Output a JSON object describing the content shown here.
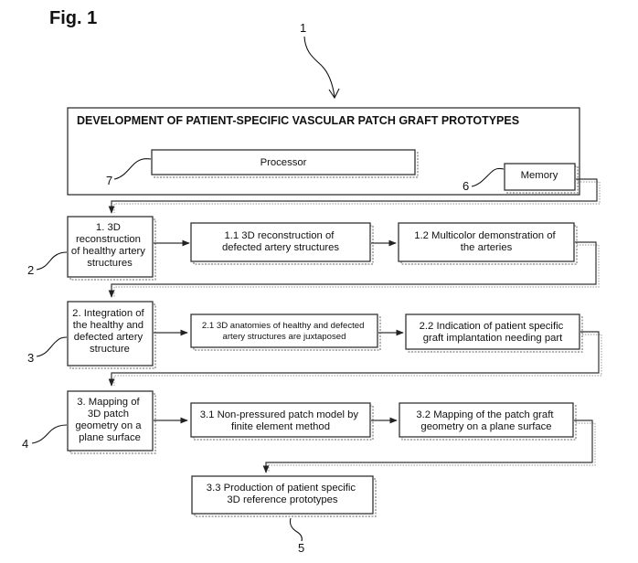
{
  "figure": {
    "title": "Fig. 1",
    "system_ref": "1",
    "header": "DEVELOPMENT OF PATIENT-SPECIFIC VASCULAR PATCH GRAFT PROTOTYPES"
  },
  "components": {
    "processor": {
      "label": "Processor",
      "ref": "7"
    },
    "memory": {
      "label": "Memory",
      "ref": "6"
    }
  },
  "steps": [
    {
      "ref": "2",
      "main": [
        "1. 3D",
        "reconstruction",
        "of healthy artery",
        "structures"
      ],
      "sub": [
        [
          "1.1 3D reconstruction of",
          "defected artery structures"
        ],
        [
          "1.2 Multicolor demonstration of",
          "the arteries"
        ]
      ]
    },
    {
      "ref": "3",
      "main": [
        "2. Integration of",
        "the healthy and",
        "defected artery",
        "structure"
      ],
      "sub": [
        [
          "2.1 3D anatomies of healthy and defected",
          "artery structures are juxtaposed"
        ],
        [
          "2.2 Indication of patient specific",
          "graft implantation needing part"
        ]
      ]
    },
    {
      "ref": "4",
      "main": [
        "3. Mapping of",
        "3D patch",
        "geometry on a",
        "plane surface"
      ],
      "sub": [
        [
          "3.1 Non-pressured patch model by",
          "finite element method"
        ],
        [
          "3.2 Mapping of the patch graft",
          "geometry on a plane surface"
        ]
      ]
    }
  ],
  "final_step": {
    "lines": [
      "3.3 Production of patient specific",
      "3D reference prototypes"
    ],
    "ref": "5"
  }
}
